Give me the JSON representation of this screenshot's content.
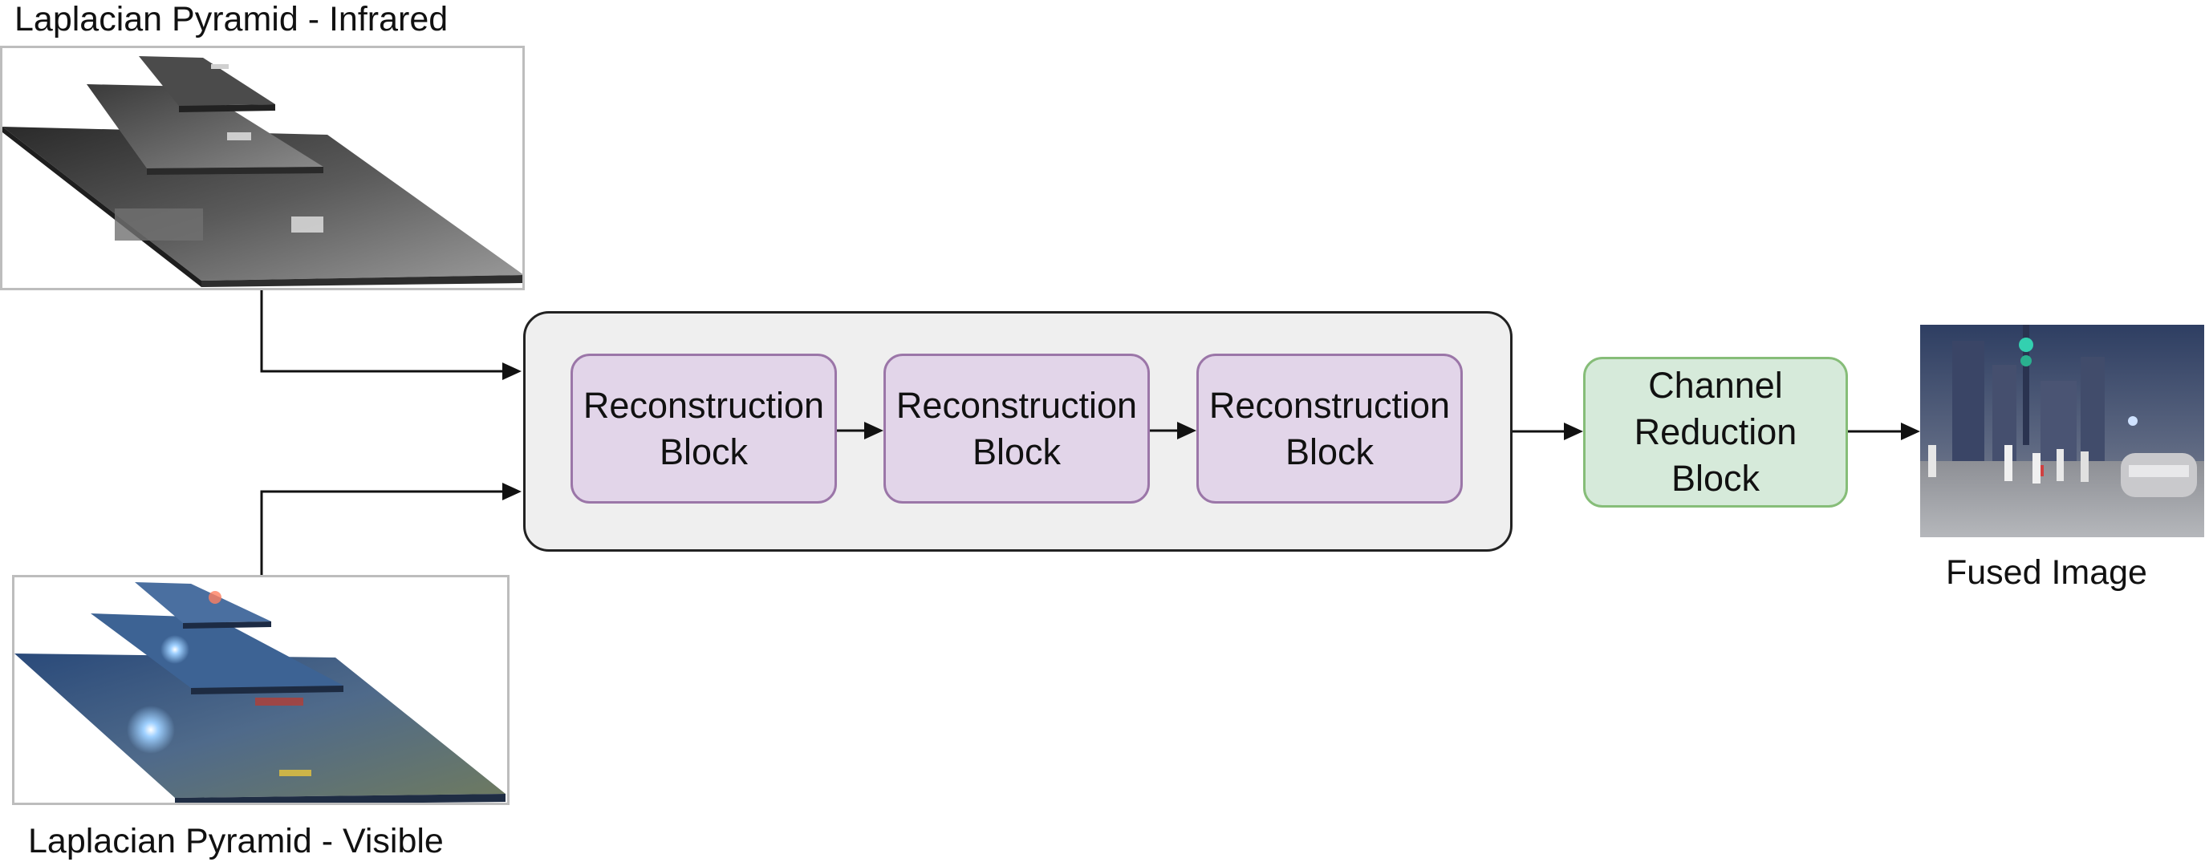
{
  "labels": {
    "infrared_title": "Laplacian Pyramid - Infrared",
    "visible_title": "Laplacian Pyramid - Visible",
    "fused_title": "Fused Image"
  },
  "blocks": {
    "reconstruction": [
      "Reconstruction Block",
      "Reconstruction Block",
      "Reconstruction Block"
    ],
    "channel_reduction": "Channel Reduction Block"
  },
  "colors": {
    "reconstruction_fill": "#e2d5e9",
    "reconstruction_border": "#9b76a8",
    "channel_fill": "#d6eada",
    "channel_border": "#86bd78",
    "container_fill": "#efefef"
  }
}
